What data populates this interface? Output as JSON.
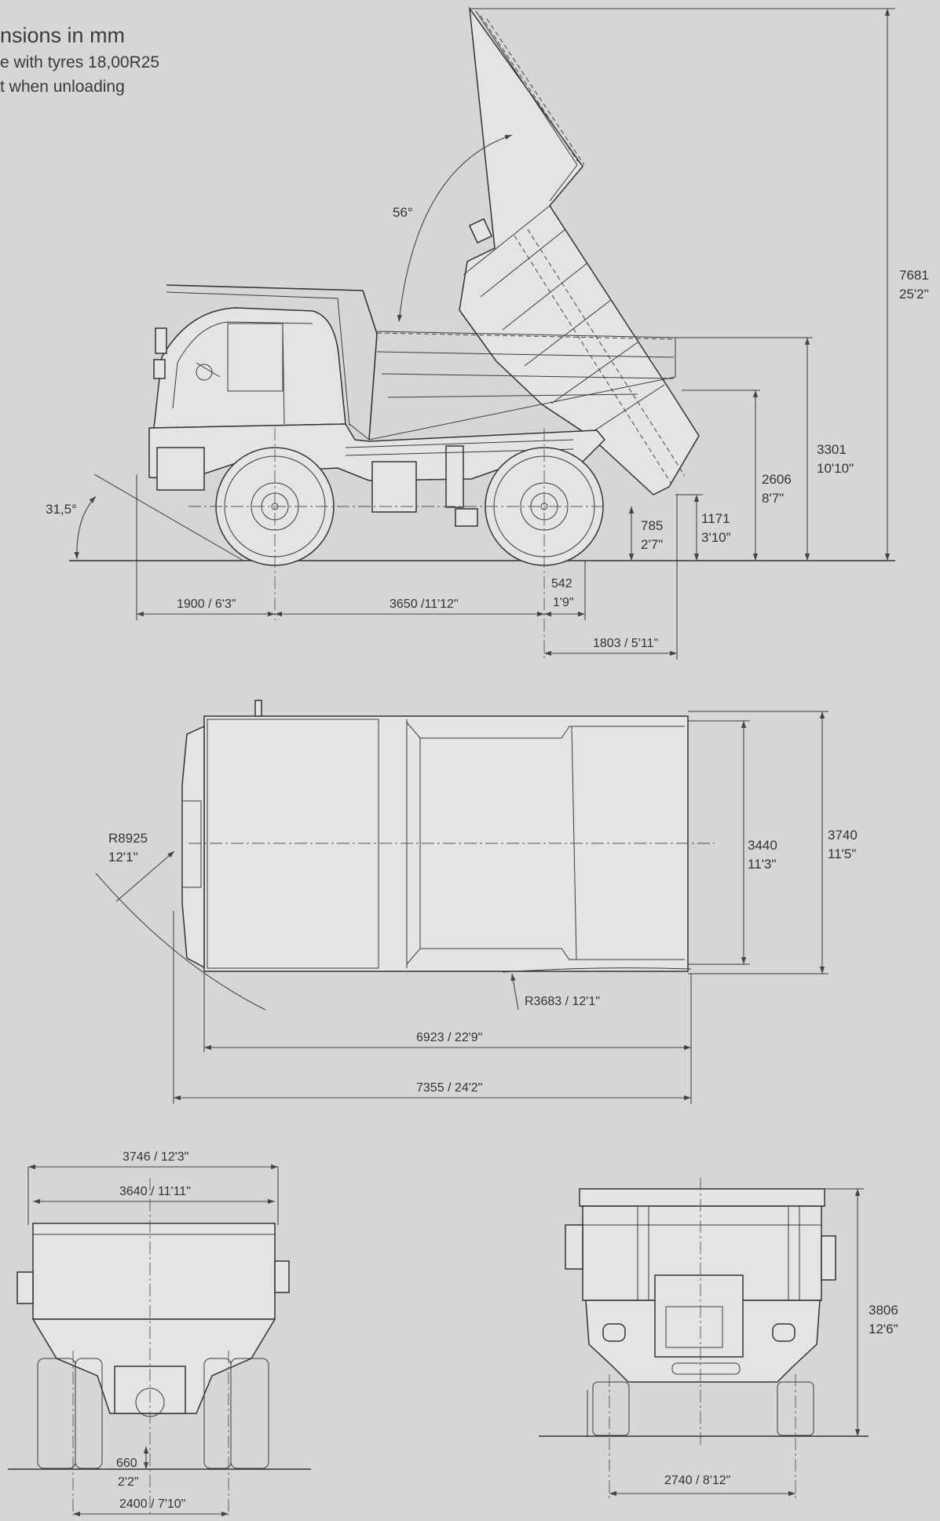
{
  "header": {
    "line1": "nsions in mm",
    "line2": "e with tyres 18,00R25",
    "line3": "t when unloading"
  },
  "side_view": {
    "angle_dump": "56°",
    "angle_front": "31,5°",
    "h_max_mm": "7681",
    "h_max_ft": "25'2\"",
    "h_body_mm": "3301",
    "h_body_ft": "10'10\"",
    "h_tail_mm": "2606",
    "h_tail_ft": "8'7\"",
    "h_hinge_mm": "1171",
    "h_hinge_ft": "3'10\"",
    "h_axle_mm": "785",
    "h_axle_ft": "2'7\"",
    "hinge_offset_mm": "542",
    "hinge_offset_ft": "1'9\"",
    "front_overhang": "1900 / 6'3\"",
    "wheelbase": "3650 /11'12\"",
    "rear_overhang": "1803 / 5'11\""
  },
  "top_view": {
    "turn_radius_mm": "R8925",
    "turn_radius_ft": "12'1\"",
    "inner_radius": "R3683 / 12'1\"",
    "body_width_mm": "3440",
    "body_width_ft": "11'3\"",
    "overall_width_mm": "3740",
    "overall_width_ft": "11'5\"",
    "body_length": "6923 / 22'9\"",
    "overall_length": "7355 / 24'2\""
  },
  "rear_view": {
    "width_outer": "3746 / 12'3\"",
    "width_inner": "3640 / 11'11\"",
    "clearance_mm": "660",
    "clearance_ft": "2'2\"",
    "track": "2400 / 7'10\""
  },
  "front_view": {
    "height_mm": "3806",
    "height_ft": "12'6\"",
    "track": "2740 / 8'12\""
  }
}
